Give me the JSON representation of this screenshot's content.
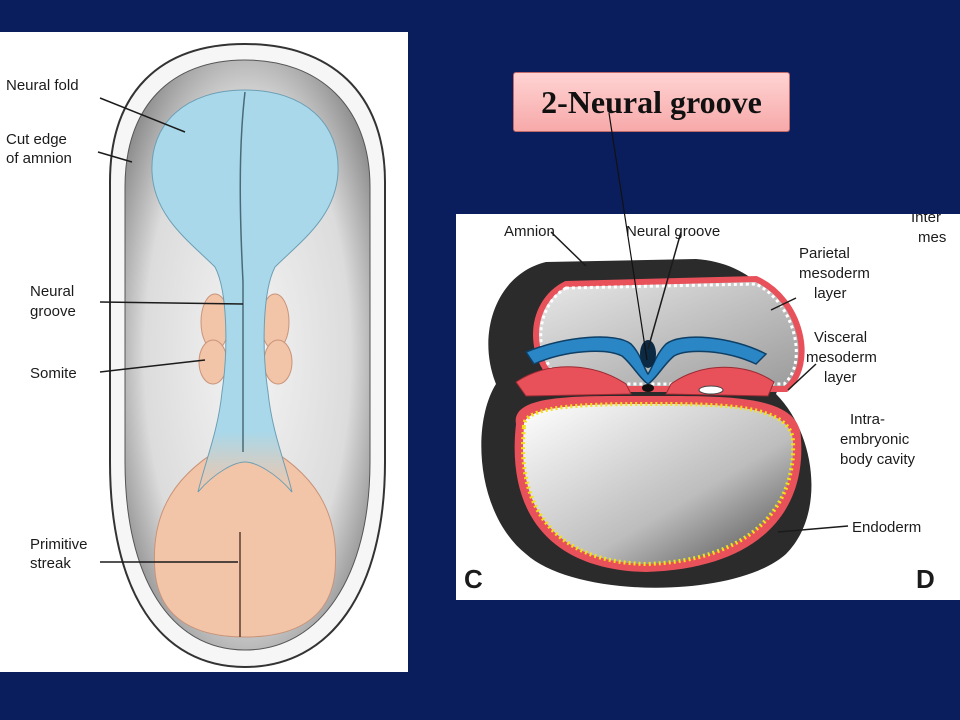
{
  "left_figure": {
    "labels": {
      "neural_fold": "Neural fold",
      "cut_edge_1": "Cut edge",
      "cut_edge_2": "of amnion",
      "neural_groove_1": "Neural",
      "neural_groove_2": "groove",
      "somite": "Somite",
      "primitive_streak_1": "Primitive",
      "primitive_streak_2": "streak"
    }
  },
  "right_figure": {
    "labels": {
      "amnion": "Amnion",
      "neural_groove": "Neural groove",
      "parietal_1": "Parietal",
      "parietal_2": "mesoderm",
      "parietal_3": "layer",
      "visceral_1": "Visceral",
      "visceral_2": "mesoderm",
      "visceral_3": "layer",
      "cavity_1": "Intra-",
      "cavity_2": "embryonic",
      "cavity_3": "body cavity",
      "endoderm": "Endoderm",
      "panel_c": "C",
      "panel_d": "D",
      "cut_top_1": "Inter",
      "cut_top_2": "mes"
    }
  },
  "callout": {
    "text": "2-Neural groove"
  },
  "colors": {
    "background": "#0a1e5e",
    "neural_tissue": "#a9d8ea",
    "somite_tissue": "#f3c5a8",
    "mesoderm": "#e8515a",
    "endoderm_yellow": "#f2e21b",
    "callout_fill": "#f8b4b4"
  }
}
